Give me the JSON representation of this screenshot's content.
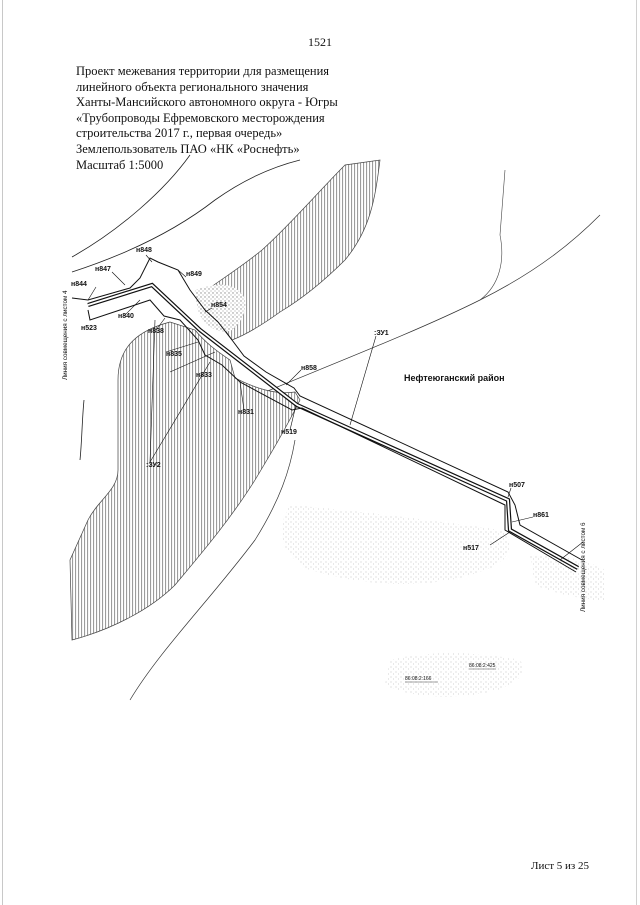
{
  "page_number": "1521",
  "title_lines": [
    "Проект межевания территории для размещения",
    "линейного объекта регионального значения",
    "Ханты-Мансийского автономного округа - Югры",
    "«Трубопроводы Ефремовского месторождения",
    "строительства 2017 г., первая очередь»",
    "Землепользователь ПАО «НК «Роснефть»",
    "Масштаб 1:5000"
  ],
  "map": {
    "points": {
      "n848": "н848",
      "n847": "н847",
      "n849": "н849",
      "n844": "н844",
      "n840": "н840",
      "n854": "н854",
      "n523": "н523",
      "n838": "н838",
      "n835": "н835",
      "n833": "н833",
      "n858": "н858",
      "n831": "н831",
      "n519": "н519",
      "n507": "н507",
      "n861": "н861",
      "n517": "н517"
    },
    "parcels": {
      "zu1": ":ЗУ1",
      "zu2": ":ЗУ2"
    },
    "district": "Нефтеюганский район",
    "sheet_link_left": "Линия совмещения с листом 4",
    "sheet_link_right": "Линия совмещения с листом 6",
    "cadastral_1": "86:08:2:425",
    "cadastral_2": "86:08:2:166"
  },
  "footer": "Лист 5 из 25",
  "colors": {
    "hatch_fill": "#8a8a8a",
    "line": "#111111",
    "stipple": "#9a9a9a"
  }
}
